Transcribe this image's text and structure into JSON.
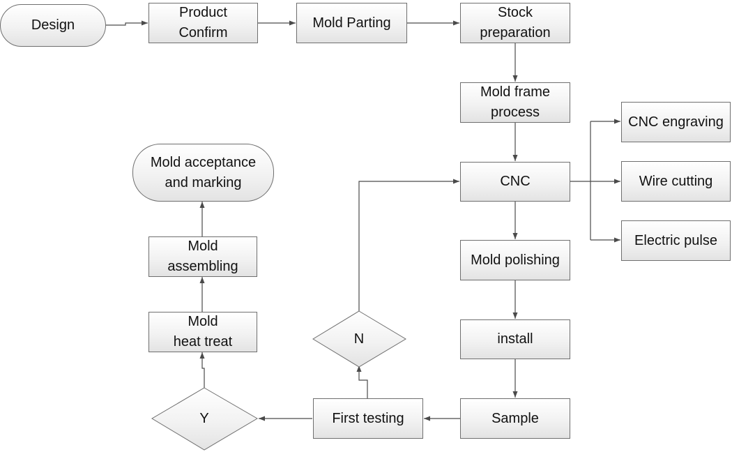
{
  "diagram": {
    "nodes": {
      "design": "Design",
      "product_confirm": "Product\nConfirm",
      "mold_parting": "Mold Parting",
      "stock_preparation": "Stock\npreparation",
      "mold_frame_process": "Mold frame\nprocess",
      "cnc": "CNC",
      "cnc_engraving": "CNC engraving",
      "wire_cutting": "Wire cutting",
      "electric_pulse": "Electric pulse",
      "mold_polishing": "Mold polishing",
      "install": "install",
      "sample": "Sample",
      "first_testing": "First testing",
      "decision_n": "N",
      "decision_y": "Y",
      "mold_heat_treat": "Mold\nheat treat",
      "mold_assembling": "Mold\nassembling",
      "mold_acceptance": "Mold acceptance\nand marking"
    },
    "colors": {
      "line": "#4a4a4a",
      "border": "#6e6e6e",
      "fill_top": "#ffffff",
      "fill_bottom": "#e3e3e3"
    }
  }
}
